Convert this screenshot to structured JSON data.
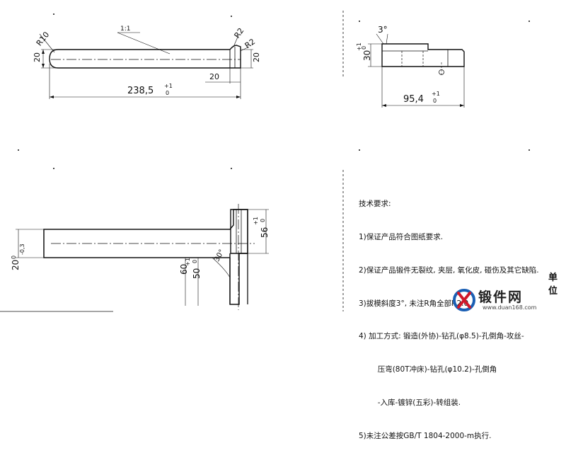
{
  "views": {
    "top": {
      "dim_length": "238,5",
      "dim_length_tol_upper": "+1",
      "dim_length_tol_lower": "0",
      "dim_height": "20",
      "dim_radius_left": "R10",
      "dim_radius_right_top": "R2",
      "dim_radius_right_side": "R2",
      "dim_end_width": "20",
      "dim_end_height": "20",
      "section_label": "1:1"
    },
    "side": {
      "angle": "3°",
      "dim_height": "30",
      "dim_height_tol_upper": "+1",
      "dim_height_tol_lower": "0",
      "dim_length": "95,4",
      "dim_length_tol_upper": "+1",
      "dim_length_tol_lower": "0"
    },
    "bottom": {
      "dim_thickness": "20",
      "dim_thickness_tol_upper": "0",
      "dim_thickness_tol_lower": "-0,3",
      "dim_head_height": "56",
      "dim_head_tol_upper": "+1",
      "dim_head_tol_lower": "0",
      "dim_stem_outer": "60",
      "dim_stem_inner": "50",
      "dim_stem_inner_tol_upper": "+1",
      "dim_stem_inner_tol_lower": "0",
      "angle": "30°"
    }
  },
  "tech_requirements": {
    "title": "技术要求:",
    "items": [
      "1)保证产品符合图纸要求.",
      "2)保证产品锻件无裂纹, 夹层, 氧化皮, 碰伤及其它缺陷.",
      "3)拔模斜度3°, 未注R角全部R2.0.",
      "4) 加工方式: 锻造(外协)-钻孔(φ8.5)-孔倒角-攻丝-",
      "        压弯(80T冲床)-钻孔(φ10.2)-孔倒角",
      "        -入库-镀锌(五彩)-转组装.",
      "5)未注公差按GB/T 1804-2000-m执行."
    ]
  },
  "unit_label": "单位",
  "logo": {
    "icon": "forging-logo-icon",
    "name": "锻件网",
    "url": "www.duan168.com",
    "color_blue": "#1a5fb4",
    "color_red": "#d0182a"
  }
}
